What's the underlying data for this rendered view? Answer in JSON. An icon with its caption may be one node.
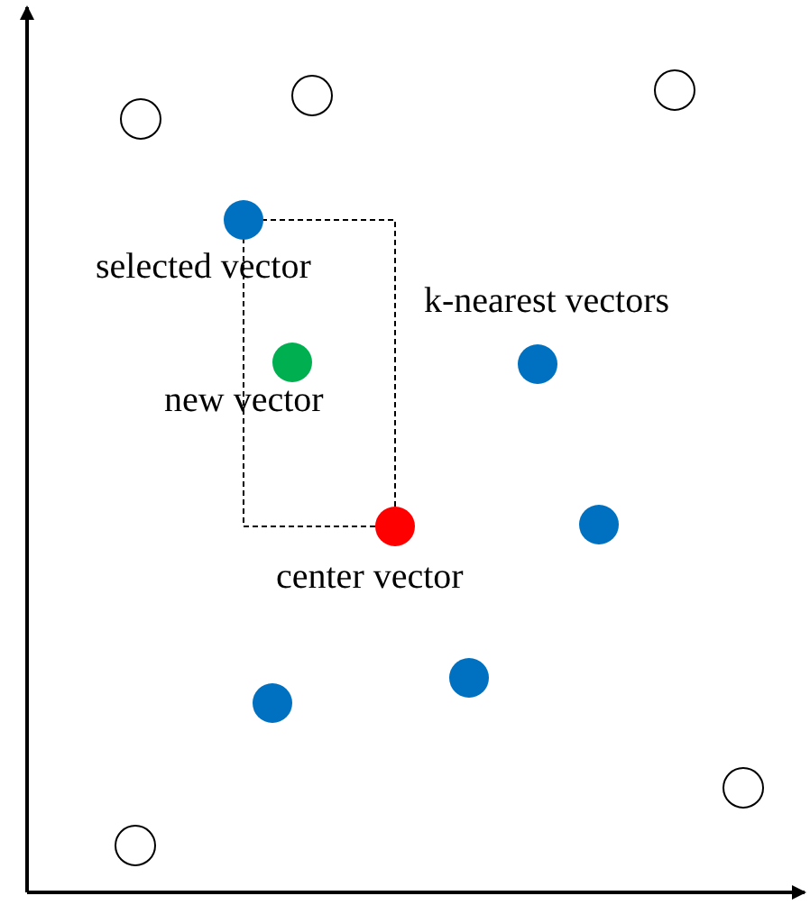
{
  "diagram": {
    "labels": [
      "selected vector",
      "k-nearest vectors",
      "new vector",
      "center vector"
    ]
  }
}
